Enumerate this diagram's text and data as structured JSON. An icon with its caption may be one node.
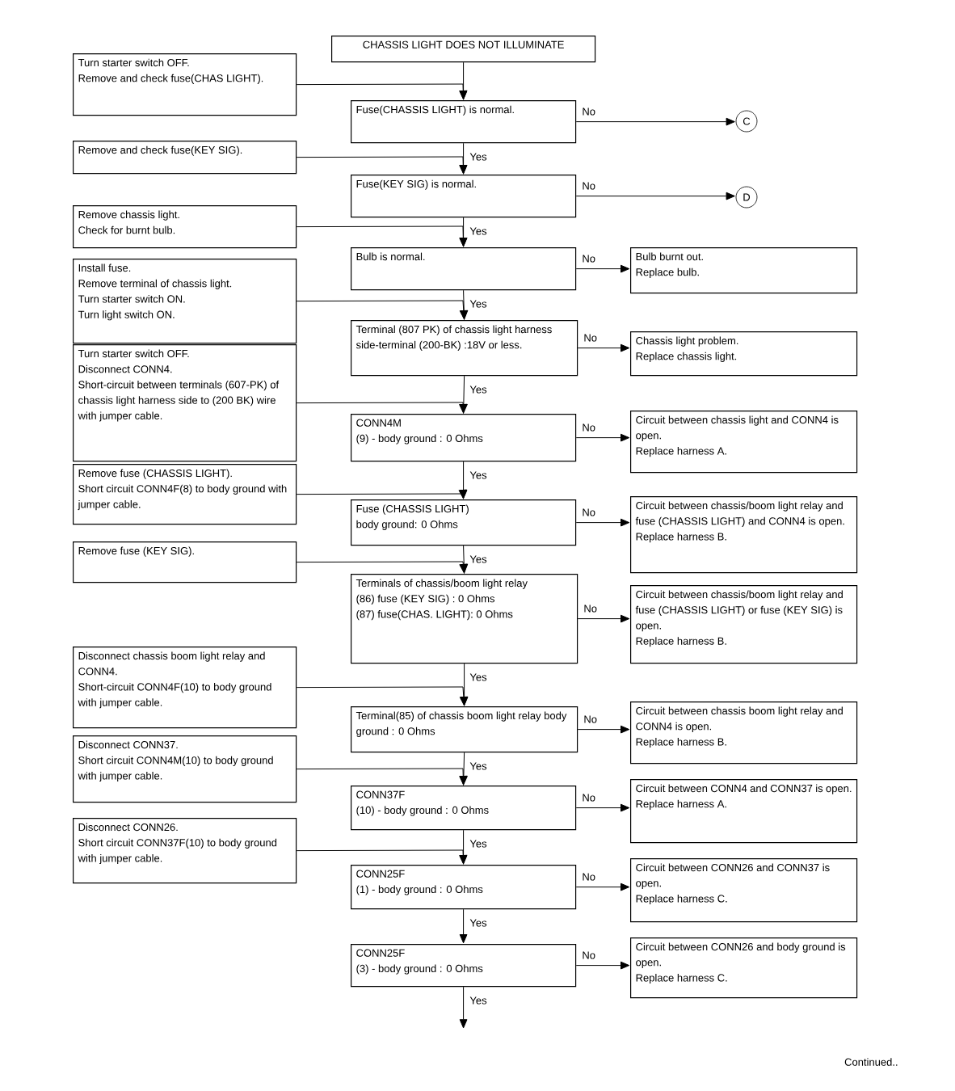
{
  "diagram": {
    "nodes": [
      {
        "text": [
          "CHASSIS LIGHT DOES NOT ILLUMINATE"
        ]
      },
      {
        "text": [
          "Turn starter switch OFF.",
          "Remove and check fuse(CHAS LIGHT)."
        ]
      },
      {
        "text": [
          "Fuse(CHASSIS LIGHT) is normal."
        ]
      },
      {
        "text": [
          "C"
        ]
      },
      {
        "text": [
          "Remove and check fuse(KEY SIG)."
        ]
      },
      {
        "text": [
          "Fuse(KEY SIG) is normal."
        ]
      },
      {
        "text": [
          "D"
        ]
      },
      {
        "text": [
          "Remove chassis light.",
          "Check for burnt bulb."
        ]
      },
      {
        "text": [
          "Bulb is normal."
        ]
      },
      {
        "text": [
          "Bulb burnt out.",
          "Replace bulb."
        ]
      },
      {
        "text": [
          "Install fuse.",
          "Remove terminal of chassis light.",
          "Turn starter switch ON.",
          "Turn light switch ON."
        ]
      },
      {
        "text": [
          "Terminal (807 PK) of chassis light harness side-terminal (200-BK) :18V or less."
        ]
      },
      {
        "text": [
          "Chassis light problem.",
          "Replace chassis light."
        ]
      },
      {
        "text": [
          "Turn starter switch OFF.",
          "Disconnect CONN4.",
          "Short-circuit between terminals (607-PK) of chassis light harness side to (200 BK) wire with jumper cable."
        ]
      },
      {
        "text": [
          "CONN4M",
          "(9) - body ground : 0 Ohms"
        ]
      },
      {
        "text": [
          "Circuit between chassis light and CONN4 is open.",
          "Replace harness A."
        ]
      },
      {
        "text": [
          "Remove fuse (CHASSIS LIGHT).",
          "Short circuit CONN4F(8) to body ground with jumper cable."
        ]
      },
      {
        "text": [
          "Fuse (CHASSIS LIGHT)",
          "body ground: 0 Ohms"
        ]
      },
      {
        "text": [
          "Circuit between chassis/boom light relay and fuse (CHASSIS LIGHT) and CONN4 is open.",
          "Replace harness B."
        ]
      },
      {
        "text": [
          "Remove fuse (KEY SIG)."
        ]
      },
      {
        "text": [
          "Terminals of chassis/boom light relay",
          "(86)   fuse (KEY SIG) : 0 Ohms",
          "(87)   fuse(CHAS. LIGHT): 0 Ohms"
        ]
      },
      {
        "text": [
          "Circuit between chassis/boom light relay and fuse (CHASSIS LIGHT) or fuse (KEY SIG) is open.",
          "Replace harness B."
        ]
      },
      {
        "text": [
          "Disconnect chassis boom light relay and CONN4.",
          "Short-circuit CONN4F(10) to body ground with jumper cable."
        ]
      },
      {
        "text": [
          "Terminal(85) of chassis boom light relay body ground : 0 Ohms"
        ]
      },
      {
        "text": [
          "Circuit between chassis boom light relay and CONN4 is open.",
          "Replace harness B."
        ]
      },
      {
        "text": [
          "Disconnect CONN37.",
          "Short circuit CONN4M(10) to body ground with jumper cable."
        ]
      },
      {
        "text": [
          "CONN37F",
          "(10) - body ground : 0 Ohms"
        ]
      },
      {
        "text": [
          "Circuit between CONN4 and CONN37 is open.",
          "Replace harness A."
        ]
      },
      {
        "text": [
          "Disconnect CONN26.",
          "Short circuit CONN37F(10) to body ground with jumper cable."
        ]
      },
      {
        "text": [
          "CONN25F",
          "(1) - body ground : 0 Ohms"
        ]
      },
      {
        "text": [
          "Circuit between CONN26 and CONN37 is open.",
          "Replace harness C."
        ]
      },
      {
        "text": [
          "CONN25F",
          "(3) - body ground : 0 Ohms"
        ]
      },
      {
        "text": [
          "Circuit between CONN26 and body ground is open.",
          "Replace harness C."
        ]
      }
    ],
    "edges": [
      {
        "from": 0,
        "to": 2,
        "arrow": "to"
      },
      {
        "from": 1,
        "to": 2,
        "arrow": "to"
      },
      {
        "from": 2,
        "to": 3,
        "arrow": "to",
        "label": "No"
      },
      {
        "from": 2,
        "to": 5,
        "arrow": "to",
        "label": "Yes"
      },
      {
        "from": 4,
        "to": 5,
        "arrow": "to"
      },
      {
        "from": 5,
        "to": 6,
        "arrow": "to",
        "label": "No"
      },
      {
        "from": 5,
        "to": 8,
        "arrow": "to",
        "label": "Yes"
      },
      {
        "from": 7,
        "to": 8,
        "arrow": "to"
      },
      {
        "from": 8,
        "to": 9,
        "arrow": "to",
        "label": "No"
      },
      {
        "from": 8,
        "to": 11,
        "arrow": "to",
        "label": "Yes"
      },
      {
        "from": 10,
        "to": 11,
        "arrow": "to"
      },
      {
        "from": 11,
        "to": 12,
        "arrow": "to",
        "label": "No"
      },
      {
        "from": 11,
        "to": 14,
        "arrow": "to",
        "label": "Yes"
      },
      {
        "from": 13,
        "to": 14,
        "arrow": "to"
      },
      {
        "from": 14,
        "to": 15,
        "arrow": "to",
        "label": "No"
      },
      {
        "from": 14,
        "to": 17,
        "arrow": "to",
        "label": "Yes"
      },
      {
        "from": 16,
        "to": 17,
        "arrow": "to"
      },
      {
        "from": 17,
        "to": 18,
        "arrow": "to",
        "label": "No"
      },
      {
        "from": 17,
        "to": 20,
        "arrow": "to",
        "label": "Yes"
      },
      {
        "from": 19,
        "to": 20,
        "arrow": "to"
      },
      {
        "from": 20,
        "to": 21,
        "arrow": "to",
        "label": "No"
      },
      {
        "from": 20,
        "to": 23,
        "arrow": "to",
        "label": "Yes"
      },
      {
        "from": 22,
        "to": 23,
        "arrow": "to"
      },
      {
        "from": 23,
        "to": 24,
        "arrow": "to",
        "label": "No"
      },
      {
        "from": 23,
        "to": 26,
        "arrow": "to",
        "label": "Yes"
      },
      {
        "from": 25,
        "to": 26,
        "arrow": "to"
      },
      {
        "from": 26,
        "to": 27,
        "arrow": "to",
        "label": "No"
      },
      {
        "from": 26,
        "to": 29,
        "arrow": "to",
        "label": "Yes"
      },
      {
        "from": 28,
        "to": 29,
        "arrow": "to"
      },
      {
        "from": 29,
        "to": 30,
        "arrow": "to",
        "label": "No"
      },
      {
        "from": 29,
        "to": 31,
        "arrow": "to",
        "label": "Yes"
      },
      {
        "from": 31,
        "to": 32,
        "arrow": "to",
        "label": "No"
      },
      {
        "from": 31,
        "to": null,
        "arrow": "to",
        "label": "Yes"
      }
    ],
    "labels": [
      "Continued.."
    ]
  }
}
